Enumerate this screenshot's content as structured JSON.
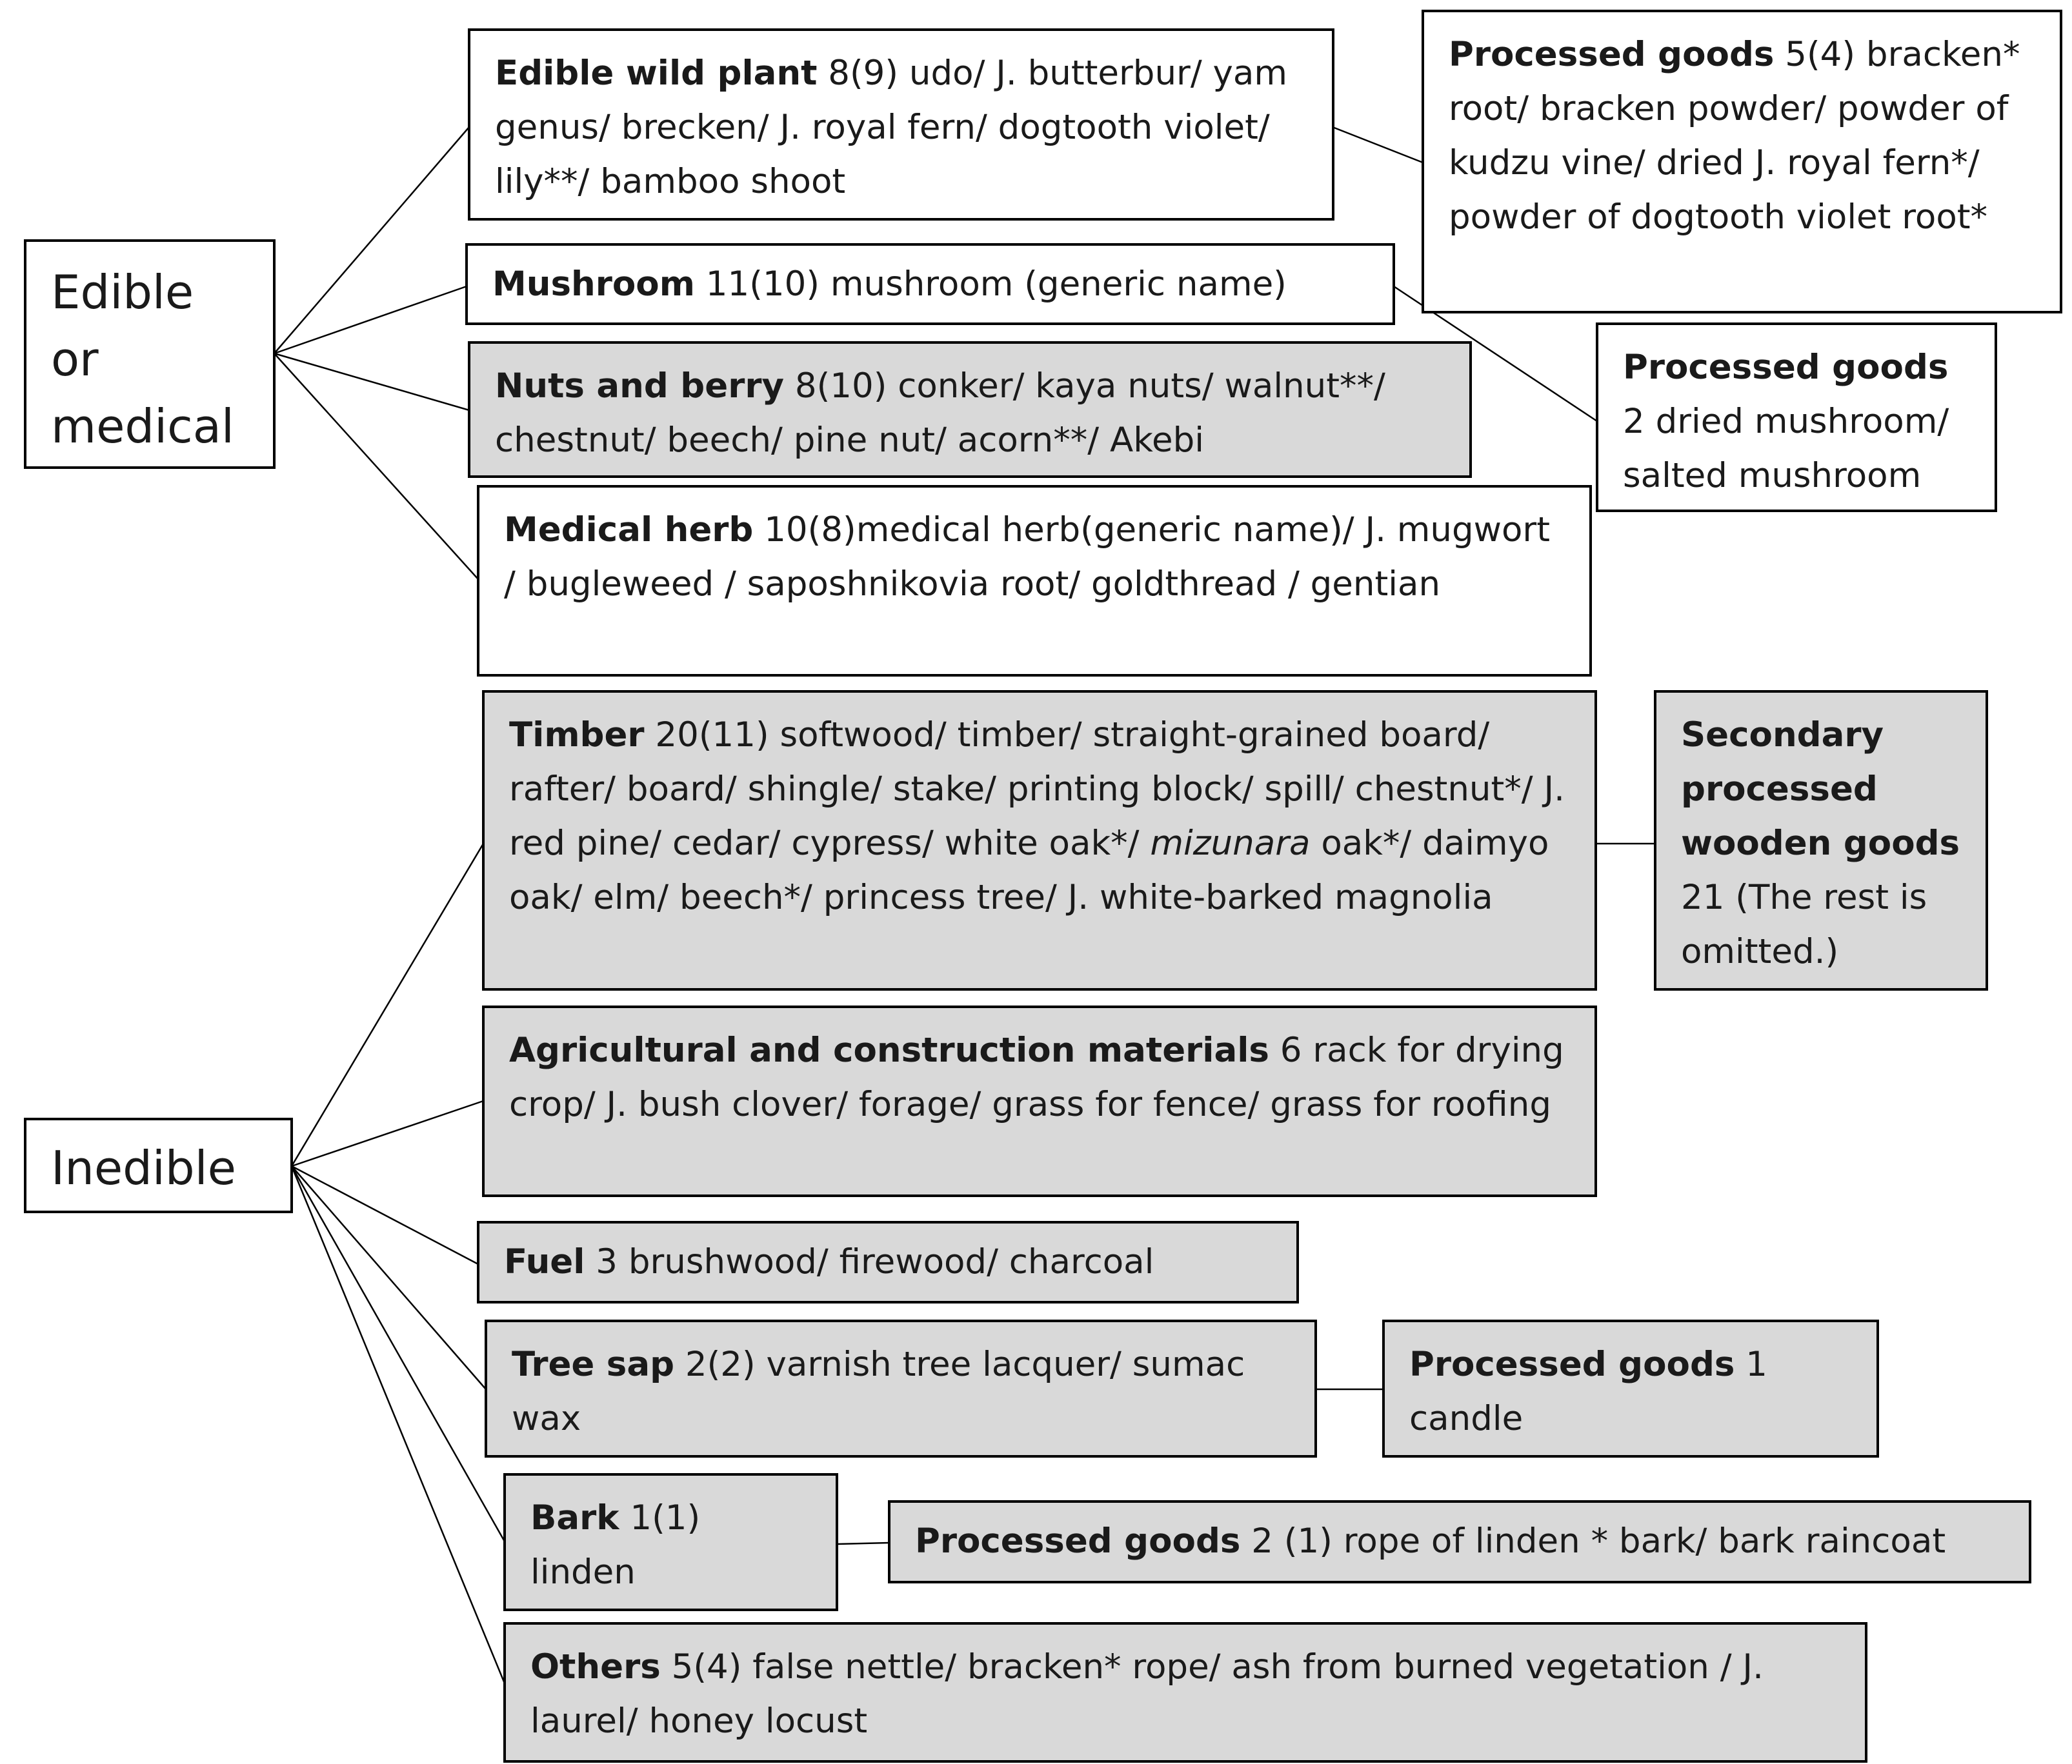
{
  "colors": {
    "shaded": "#d9d9d9",
    "plain": "#ffffff",
    "line": "#000000"
  },
  "roots": {
    "edible": {
      "text": "Edible\nor\nmedical"
    },
    "inedible": {
      "text": "Inedible"
    }
  },
  "edible_wild_plant": {
    "title": "Edible wild plant",
    "body": " 8(9)  udo/ J. butterbur/ yam genus/ brecken/ J. royal fern/ dogtooth violet/ lily**/ bamboo shoot"
  },
  "processed_wild_plant": {
    "title": "Processed goods",
    "body": " 5(4) bracken* root/ bracken powder/ powder of  kudzu vine/ dried J. royal fern*/ powder of dogtooth violet root*"
  },
  "mushroom": {
    "title": "Mushroom",
    "body": " 11(10)    mushroom (generic name)"
  },
  "processed_mushroom": {
    "title": "Processed goods",
    "body": " 2 dried mushroom/ salted mushroom"
  },
  "nuts_berry": {
    "title": "Nuts and berry",
    "body": " 8(10) conker/ kaya nuts/ walnut**/ chestnut/ beech/ pine nut/ acorn**/ Akebi"
  },
  "medical_herb": {
    "title": "Medical herb",
    "body": " 10(8)medical herb(generic  name)/  J. mugwort /  bugleweed /  saposhnikovia root/ goldthread /  gentian"
  },
  "timber": {
    "title": "Timber",
    "body_before": " 20(11) softwood/ timber/ straight-grained board/    rafter/ board/ shingle/  stake/ printing block/ spill/ chestnut*/ J. red pine/ cedar/ cypress/ white oak*/ ",
    "body_italic": "mizunara",
    "body_after": " oak*/ daimyo oak/ elm/ beech*/ princess tree/ J. white-barked  magnolia"
  },
  "secondary_wood": {
    "title": "Secondary processed wooden goods",
    "body": " 21 (The rest is omitted.)"
  },
  "agri_construction": {
    "title": "Agricultural and construction materials",
    "body": " 6  rack for drying crop/ J. bush clover/ forage/ grass for fence/  grass for roofing"
  },
  "fuel": {
    "title": "Fuel",
    "body": " 3    brushwood/ firewood/ charcoal"
  },
  "tree_sap": {
    "title": "Tree sap",
    "body": " 2(2) varnish tree lacquer/  sumac wax"
  },
  "processed_sap": {
    "title": "Processed goods",
    "body": " 1 candle"
  },
  "bark": {
    "title": "Bark",
    "body": " 1(1) linden"
  },
  "processed_bark": {
    "title": "Processed goods",
    "body": " 2 (1) rope of linden * bark/ bark raincoat"
  },
  "others": {
    "title": "Others",
    "body": " 5(4) false nettle/ bracken*  rope/  ash from  burned vegetation / J. laurel/ honey locust"
  }
}
